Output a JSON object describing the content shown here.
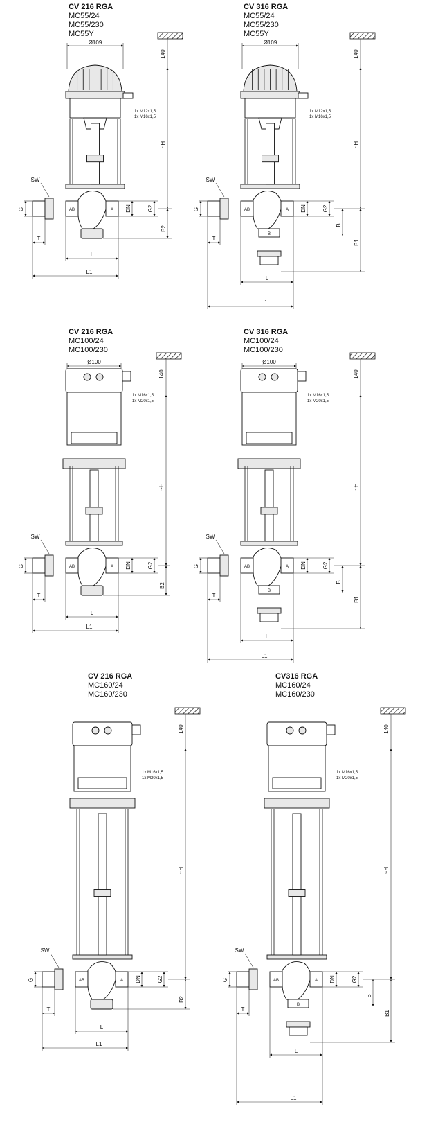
{
  "blocks": [
    {
      "id": "b1",
      "title": "CV 216 RGA",
      "models": [
        "MC55/24",
        "MC55/230",
        "MC55Y"
      ],
      "diameter": "Ø109",
      "cable": [
        "1x M12x1,5",
        "1x M16x1,5"
      ]
    },
    {
      "id": "b2",
      "title": "CV 316 RGA",
      "models": [
        "MC55/24",
        "MC55/230",
        "MC55Y"
      ],
      "diameter": "Ø109",
      "cable": [
        "1x M12x1,5",
        "1x M16x1,5"
      ]
    },
    {
      "id": "b3",
      "title": "CV 216 RGA",
      "models": [
        "MC100/24",
        "MC100/230"
      ],
      "diameter": "Ø100",
      "cable": [
        "1x M16x1,5",
        "1x M20x1,5"
      ]
    },
    {
      "id": "b4",
      "title": "CV 316 RGA",
      "models": [
        "MC100/24",
        "MC100/230"
      ],
      "diameter": "Ø100",
      "cable": [
        "1x M16x1,5",
        "1x M20x1,5"
      ]
    },
    {
      "id": "b5",
      "title": "CV 216 RGA",
      "models": [
        "MC160/24",
        "MC160/230"
      ],
      "diameter": "",
      "cable": [
        "1x M16x1,5",
        "1x M20x1,5"
      ]
    },
    {
      "id": "b6",
      "title": "CV316 RGA",
      "models": [
        "MC160/24",
        "MC160/230"
      ],
      "diameter": "",
      "cable": [
        "1x M16x1,5",
        "1x M20x1,5"
      ]
    }
  ],
  "dims": {
    "clearance": "140",
    "height": "~H",
    "sw": "SW",
    "g": "G",
    "t": "T",
    "l": "L",
    "l1": "L1",
    "ab": "AB",
    "a": "A",
    "b": "B",
    "dn": "DN",
    "g2": "G2",
    "b1": "B1",
    "b2": "B2"
  }
}
